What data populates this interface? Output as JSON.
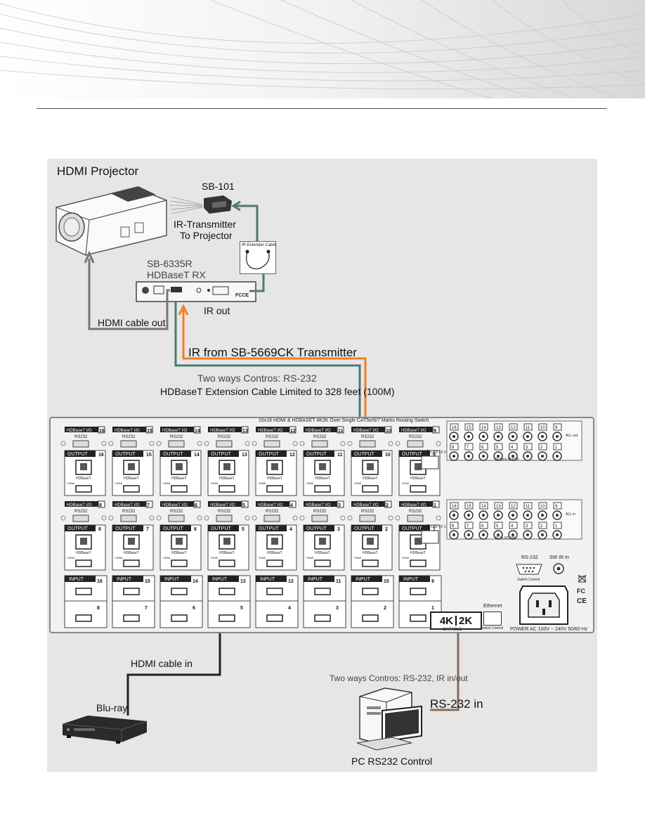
{
  "diagram": {
    "projector_title": "HDMI Projector",
    "ir_device": "SB-101",
    "ir_transmitter_line1": "IR-Transmitter",
    "ir_transmitter_line2": "To Projector",
    "ir_extender_cable": "IR Extender Cable",
    "receiver_model": "SB-6335R",
    "receiver_name": "HDBaseT RX",
    "ir_out": "IR out",
    "hdmi_cable_out": "HDMI cable out",
    "ir_from_transmitter": "IR from SB-5669CK Transmitter",
    "two_ways_rs232": "Two ways Contros: RS-232",
    "hdbaset_limit": "HDBaseT Extension Cable Limited to 328 feet (100M)",
    "hdmi_cable_in": "HDMI cable in",
    "bluray": "Blu-ray",
    "two_ways_rs232_ir": "Two ways Contros: RS-232, IR in/out",
    "rs232_in": "RS-232 in",
    "pc_control": "PC RS232 Control"
  },
  "switch": {
    "title": "16x16  HDMI & HDBASET 4K2K Over Single CAT5e/6/7 Matrix Routing Switch",
    "hdbaset_io": "HDBaseT I/O",
    "rs232": "RS232",
    "output": "OUTPUT",
    "input": "INPUT",
    "hdbaset": "HDBaseT",
    "hdmi": "HDMI",
    "lan_top": "LAN TX 9~16",
    "lan_bottom": "LAN TX 1~8",
    "ir_from_room": "IR from ROOM",
    "ir_to_room": "IR To ROOM",
    "all_out": "ALL out",
    "all_in": "ALL in",
    "rs232_port": "RS-232",
    "sw_ir_in": "SW IR In",
    "switch_control": "Switch Control",
    "ethernet": "Ethernet",
    "badge_4k": "4K",
    "badge_2k": "2K",
    "badge_capable": "CAPABLE",
    "power": "POWER AC 100V ~ 240V 50/60 Hz",
    "top_io_numbers": [
      "16",
      "15",
      "14",
      "13",
      "12",
      "11",
      "10",
      "9"
    ],
    "bottom_io_numbers": [
      "8",
      "7",
      "6",
      "5",
      "4",
      "3",
      "2",
      "1"
    ],
    "ir_top_row1": [
      "16",
      "15",
      "14",
      "13",
      "12",
      "11",
      "10",
      "9"
    ],
    "ir_top_row2": [
      "8",
      "7",
      "6",
      "5",
      "4",
      "3",
      "2",
      "1"
    ]
  },
  "colors": {
    "green_cable": "#4e7a73",
    "orange_cable": "#f07f27",
    "brown_cable": "#8a6a5a",
    "black_cable": "#222222"
  }
}
